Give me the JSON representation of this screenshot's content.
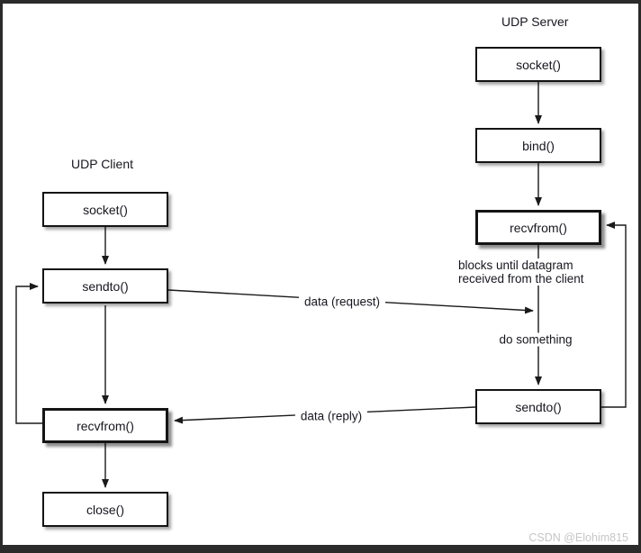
{
  "diagram": {
    "client": {
      "title": "UDP Client",
      "nodes": [
        "socket()",
        "sendto()",
        "recvfrom()",
        "close()"
      ]
    },
    "server": {
      "title": "UDP Server",
      "nodes": [
        "socket()",
        "bind()",
        "recvfrom()",
        "sendto()"
      ]
    },
    "edge_labels": {
      "request": "data (request)",
      "reply": "data (reply)"
    },
    "annotations": {
      "blocks_line1": "blocks until datagram",
      "blocks_line2": "received from the client",
      "do_something": "do something"
    }
  },
  "watermark": "CSDN @Elohim815",
  "colors": {
    "background": "#ffffff",
    "frame": "#2b2b2b",
    "box_border": "#141414",
    "line": "#1a1a1a",
    "text": "#16161e",
    "watermark": "#c6c6c6"
  }
}
